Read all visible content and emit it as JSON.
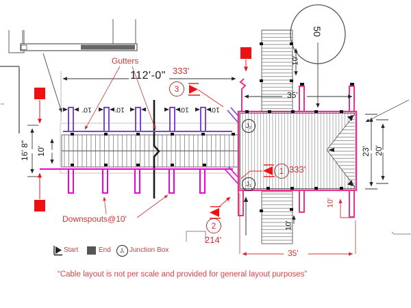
{
  "colors": {
    "cable_purple": "#7b45cf",
    "cable_magenta": "#ee00dd",
    "roof_pink": "#ea2f8f",
    "annotation_red": "#cc3434",
    "marker_red": "#ee1111",
    "end_marker_gray": "#555555"
  },
  "labels": {
    "gutters": "Gutters",
    "downspouts": "Downspouts@10'"
  },
  "dims": {
    "overall": "112'-0\"",
    "left_total": "16' 8\"",
    "spacing10": "10'",
    "w35": "35'",
    "right23": "23'",
    "right20": "20'",
    "e50": "50"
  },
  "runs": {
    "r1": {
      "n": "1",
      "len": "333'"
    },
    "r2": {
      "n": "2",
      "len": "214'"
    },
    "r3": {
      "n": "3",
      "len": "333'"
    }
  },
  "junctions": {
    "j1": "J₁",
    "j2": "J₂"
  },
  "legend": {
    "start": "Start",
    "end": "End",
    "junction": "Junction Box",
    "jsym": "J₁"
  },
  "note": "“Cable layout is not per scale and provided for general layout purposes”"
}
